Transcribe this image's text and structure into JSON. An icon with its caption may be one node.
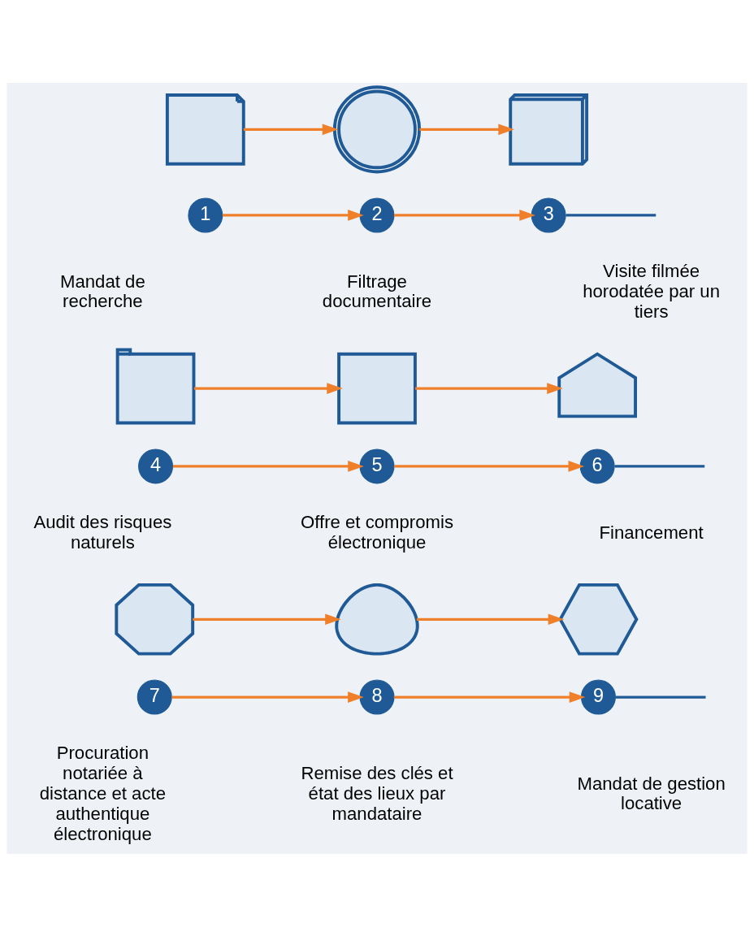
{
  "diagram": {
    "nodes": [
      {
        "text": [],
        "shape": "document"
      },
      {
        "text": [],
        "shape": "magnifier"
      },
      {
        "text": [],
        "shape": "camera"
      },
      {
        "text": [
          "1"
        ],
        "beside": [
          "Mandat de recherche"
        ]
      },
      {
        "text": [
          "2"
        ],
        "beside": [
          "Filtrage documentaire"
        ]
      },
      {
        "text": [
          "3"
        ],
        "beside": [
          "Visite filmée horodatée par un tiers"
        ]
      },
      {
        "text": [],
        "shape": "map"
      },
      {
        "text": [],
        "shape": "tablet"
      },
      {
        "text": [],
        "shape": "bank"
      },
      {
        "text": [
          "4"
        ],
        "beside": [
          "Audit des risques naturels"
        ]
      },
      {
        "text": [
          "5"
        ],
        "beside": [
          "Offre et compromis électronique"
        ]
      },
      {
        "text": [
          "6"
        ],
        "beside": [
          "Financement"
        ]
      },
      {
        "text": [],
        "shape": "seal"
      },
      {
        "text": [],
        "shape": "keys"
      },
      {
        "text": [],
        "shape": "handshake"
      },
      {
        "text": [
          "7"
        ],
        "beside": [
          "Procuration notariée à distance et acte authentique électronique"
        ]
      },
      {
        "text": [
          "8"
        ],
        "beside": [
          "Remise des clés et état des lieux par mandataire"
        ]
      },
      {
        "text": [
          "9"
        ],
        "beside": [
          "Mandat de gestion locative"
        ]
      }
    ],
    "edges": [
      {
        "from": 0,
        "to": 1,
        "arrow": "to"
      },
      {
        "from": 1,
        "to": 2,
        "arrow": "to"
      },
      {
        "from": 3,
        "to": 4,
        "arrow": "to"
      },
      {
        "from": 4,
        "to": 5,
        "arrow": "to"
      },
      {
        "from": 5,
        "to": null,
        "arrow": "none",
        "color": "#1f5a96"
      },
      {
        "from": 6,
        "to": 7,
        "arrow": "to"
      },
      {
        "from": 7,
        "to": 8,
        "arrow": "to"
      },
      {
        "from": 9,
        "to": 10,
        "arrow": "to"
      },
      {
        "from": 10,
        "to": 11,
        "arrow": "to"
      },
      {
        "from": 11,
        "to": null,
        "arrow": "none",
        "color": "#1f5a96"
      },
      {
        "from": 12,
        "to": 13,
        "arrow": "to"
      },
      {
        "from": 13,
        "to": 14,
        "arrow": "to"
      },
      {
        "from": 15,
        "to": 16,
        "arrow": "to"
      },
      {
        "from": 16,
        "to": 17,
        "arrow": "to"
      },
      {
        "from": 17,
        "to": null,
        "arrow": "none",
        "color": "#1f5a96"
      }
    ]
  }
}
